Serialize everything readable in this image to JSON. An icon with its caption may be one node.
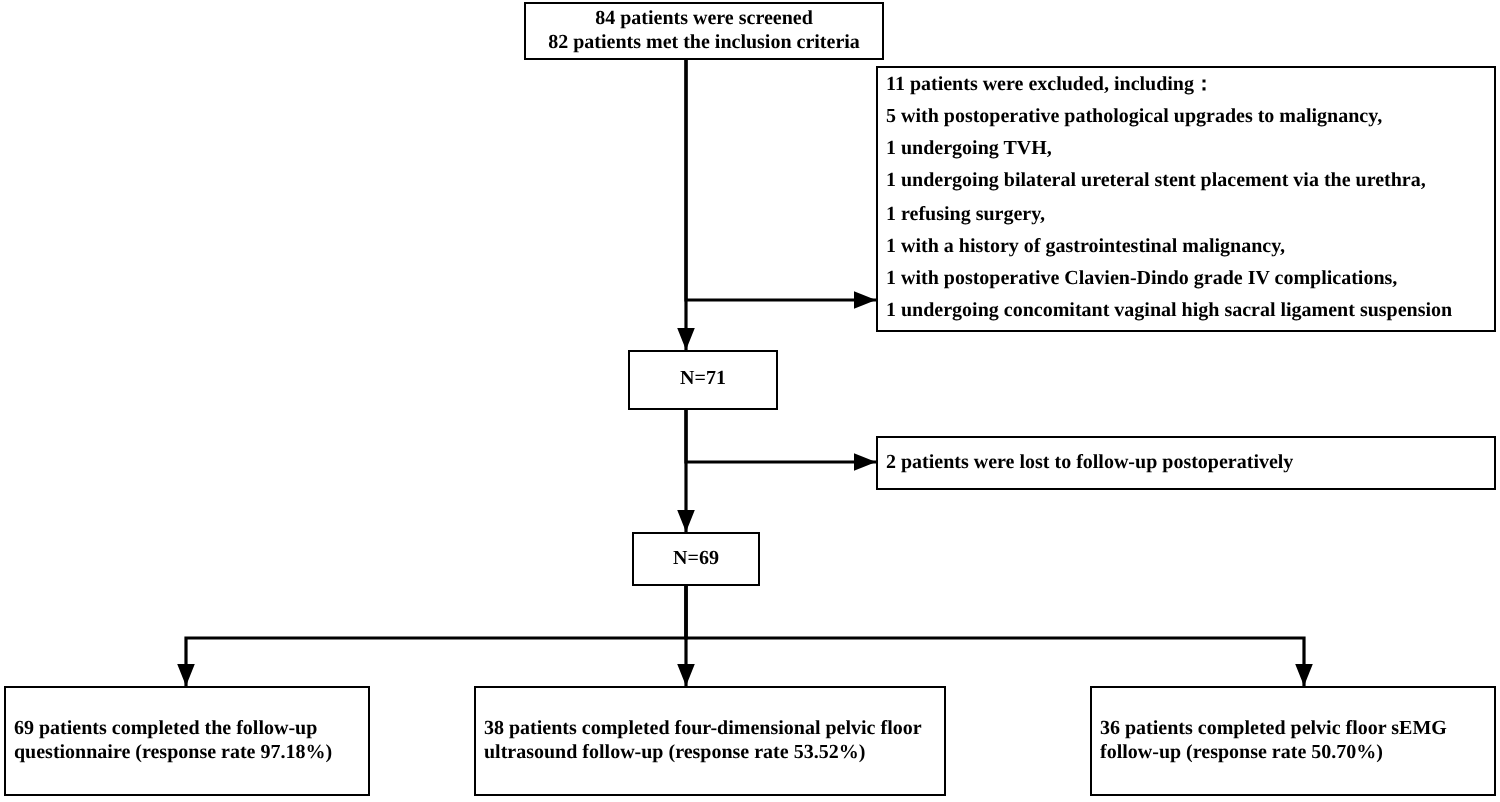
{
  "diagram": {
    "nodes": [
      {
        "text": [
          "84 patients were screened",
          "82 patients met the inclusion criteria"
        ]
      },
      {
        "text": [
          "11 patients were excluded, including：",
          "5 with postoperative pathological upgrades to malignancy,",
          "1 undergoing TVH,",
          "1 undergoing bilateral ureteral stent placement via the urethra,",
          "1 refusing surgery,",
          "1 with a history of gastrointestinal malignancy,",
          "1 with postoperative Clavien-Dindo grade IV complications,",
          "1 undergoing concomitant vaginal high sacral ligament suspension"
        ]
      },
      {
        "text": [
          "N=71"
        ]
      },
      {
        "text": [
          "2 patients were lost to follow-up postoperatively"
        ]
      },
      {
        "text": [
          "N=69"
        ]
      },
      {
        "text": [
          "69 patients completed the follow-up questionnaire (response rate 97.18%)"
        ]
      },
      {
        "text": [
          "38 patients completed four-dimensional pelvic floor ultrasound follow-up (response rate 53.52%)"
        ]
      },
      {
        "text": [
          "36 patients completed pelvic floor sEMG follow-up (response rate 50.70%)"
        ]
      }
    ],
    "edges": [
      {
        "from": 0,
        "to": 2,
        "arrow": "to"
      },
      {
        "from": 0,
        "to": 1,
        "arrow": "to"
      },
      {
        "from": 2,
        "to": 4,
        "arrow": "to"
      },
      {
        "from": 2,
        "to": 3,
        "arrow": "to"
      },
      {
        "from": 4,
        "to": 5,
        "arrow": "to"
      },
      {
        "from": 4,
        "to": 6,
        "arrow": "to"
      },
      {
        "from": 4,
        "to": 7,
        "arrow": "to"
      }
    ]
  }
}
